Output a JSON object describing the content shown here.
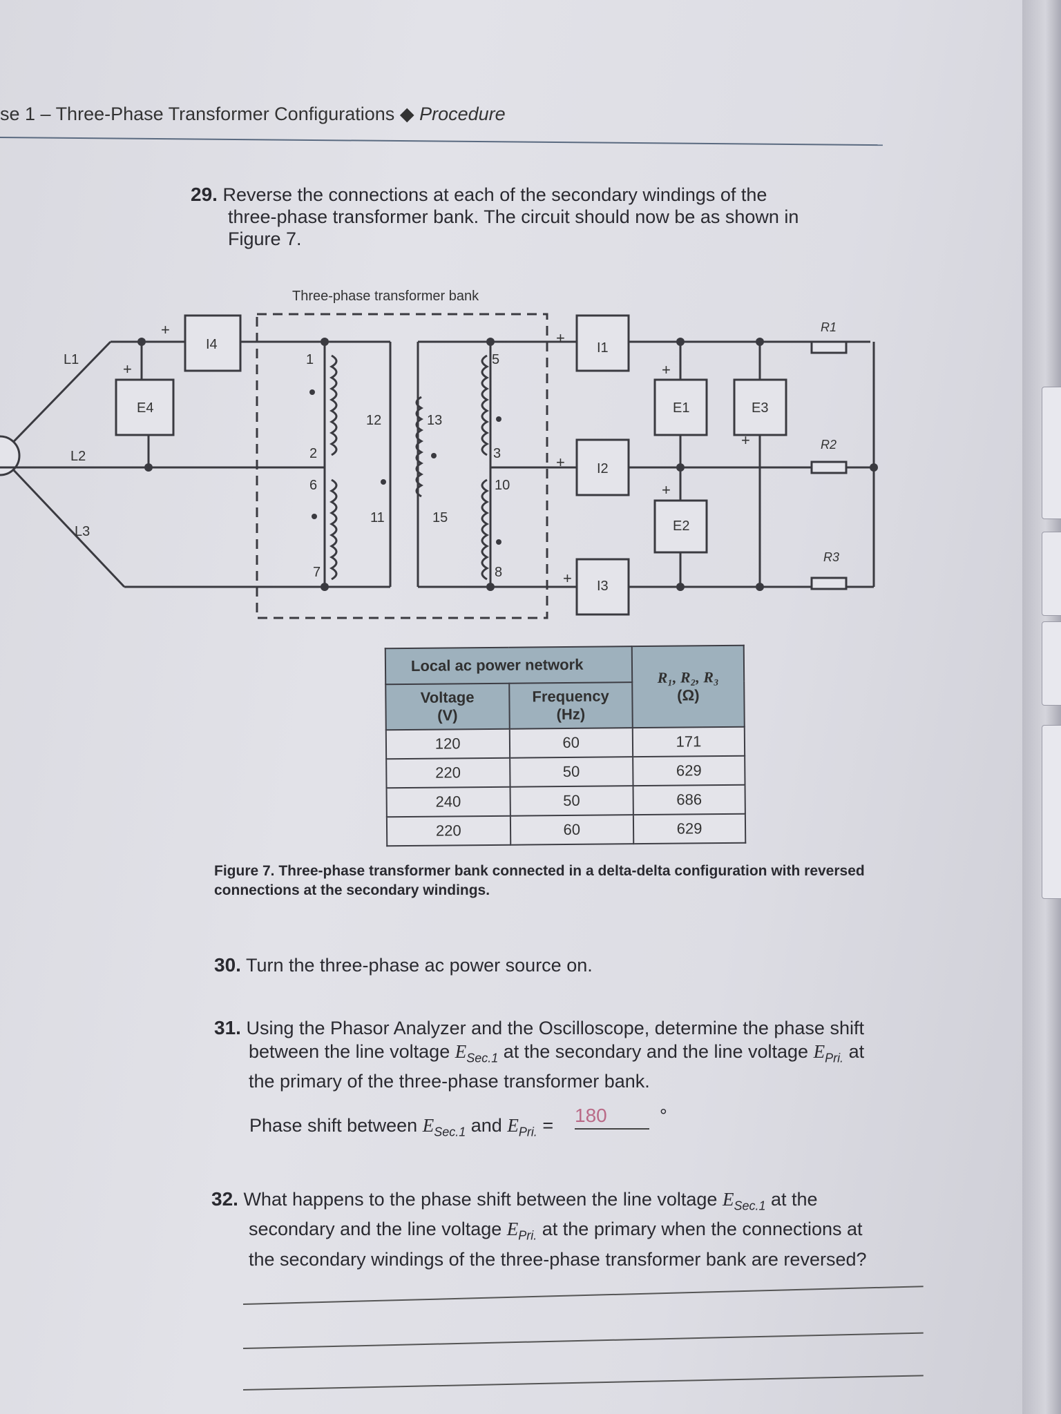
{
  "header": {
    "title": "se 1 – Three-Phase Transformer Configurations",
    "separator": "◆",
    "section": "Procedure"
  },
  "steps": [
    {
      "number": "29.",
      "text_lines": [
        "Reverse the connections at each of the secondary windings of the",
        "three-phase transformer bank. The circuit should now be as shown in",
        "Figure 7."
      ]
    },
    {
      "number": "30.",
      "text": "Turn the three-phase ac power source on."
    },
    {
      "number": "31.",
      "text_lines": [
        "Using the Phasor Analyzer and the Oscilloscope, determine the phase shift",
        "between the line voltage E_Sec.1 at the secondary and the line voltage E_Pri. at",
        "the primary of the three-phase transformer bank."
      ]
    },
    {
      "number": "32.",
      "text_lines": [
        "What happens to the phase shift between the line voltage E_Sec.1 at the",
        "secondary and the line voltage E_Pri. at the primary when the connections at",
        "the secondary windings of the three-phase transformer bank are reversed?"
      ]
    }
  ],
  "step31_answer": {
    "prefix": "Phase shift between",
    "e_sec": "E",
    "e_sec_sub": "Sec.1",
    "and": "and",
    "e_pri": "E",
    "e_pri_sub": "Pri.",
    "equals": "=",
    "value": "180",
    "unit": "°"
  },
  "diagram": {
    "bank_label": "Three-phase transformer bank",
    "lines": [
      "L1",
      "L2",
      "L3"
    ],
    "meters_current": [
      "I4",
      "I1",
      "I2",
      "I3"
    ],
    "meters_voltage": [
      "E4",
      "E1",
      "E3",
      "E2"
    ],
    "terminals": [
      "1",
      "2",
      "6",
      "7",
      "12",
      "11",
      "13",
      "15",
      "5",
      "3",
      "10",
      "8"
    ],
    "resistors": [
      "R1",
      "R2",
      "R3"
    ],
    "plus": "+"
  },
  "table": {
    "group_header": "Local ac power network",
    "col_voltage": "Voltage",
    "col_voltage_unit": "(V)",
    "col_freq": "Frequency",
    "col_freq_unit": "(Hz)",
    "col_r": "R₁, R₂, R₃",
    "col_r_unit": "(Ω)",
    "rows": [
      [
        "120",
        "60",
        "171"
      ],
      [
        "220",
        "50",
        "629"
      ],
      [
        "240",
        "50",
        "686"
      ],
      [
        "220",
        "60",
        "629"
      ]
    ]
  },
  "figure_caption_lines": [
    "Figure 7. Three-phase transformer bank connected in a delta-delta configuration with reversed",
    "connections at the secondary windings."
  ],
  "colors": {
    "table_header": "#9eb1bd",
    "answer_ink": "#b96a87"
  }
}
